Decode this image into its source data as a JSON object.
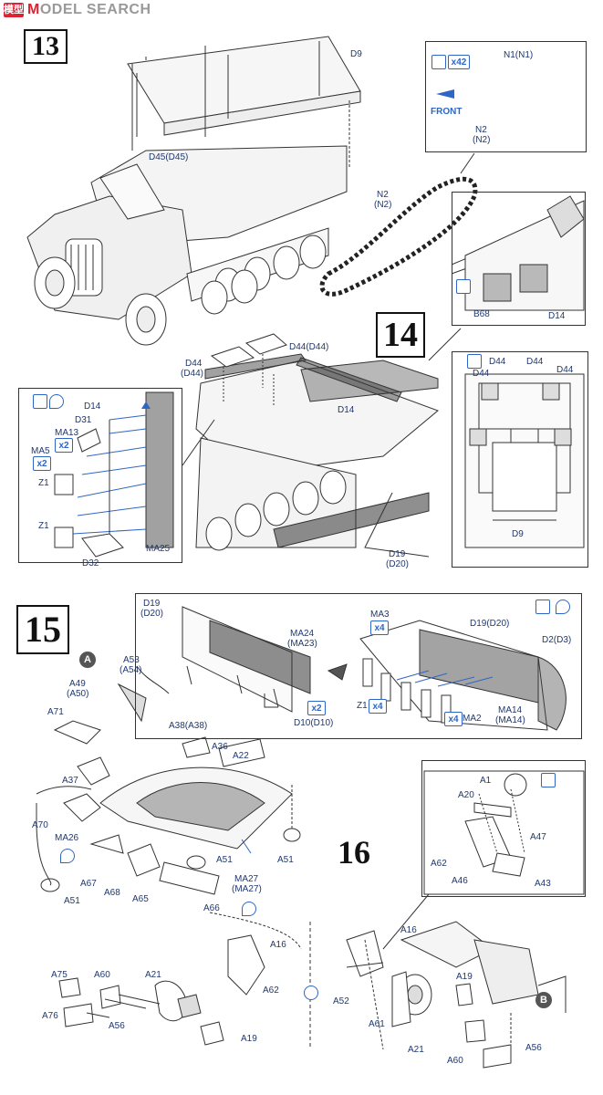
{
  "watermark": {
    "logo": "模型",
    "text_red": "M",
    "text": "ODEL SEARCH"
  },
  "steps": {
    "s13": "13",
    "s14": "14",
    "s15": "15",
    "s16": "16"
  },
  "subassy": {
    "a": "A",
    "b": "B"
  },
  "multipliers": {
    "x2": "x2",
    "x4": "x4"
  },
  "step13": {
    "d9": "D9",
    "d45": "D45(D45)",
    "n2_track": "N2",
    "n2_track_alt": "(N2)",
    "inset_n1": "N1(N1)",
    "inset_count": "x42",
    "inset_front": "FRONT",
    "inset_n2": "N2",
    "inset_n2_alt": "(N2)"
  },
  "step14": {
    "b68": "B68",
    "d14_top": "D14",
    "d44_a": "D44",
    "d44_a_alt": "(D44)",
    "d44_b": "D44(D44)",
    "d14_mid": "D14",
    "d19": "D19",
    "d19_alt": "(D20)",
    "left": {
      "d14": "D14",
      "d31": "D31",
      "ma13": "MA13",
      "ma5": "MA5",
      "z1a": "Z1",
      "z1b": "Z1",
      "d32": "D32",
      "ma25": "MA25"
    },
    "right": {
      "d44_1": "D44",
      "d44_2": "D44",
      "d44_3": "D44",
      "d44_4": "D44",
      "d9": "D9"
    }
  },
  "step15_box": {
    "d19": "D19",
    "d20": "(D20)",
    "ma24": "MA24",
    "ma23": "(MA23)",
    "d10": "D10(D10)",
    "ma3": "MA3",
    "z1": "Z1",
    "ma2": "MA2",
    "d19d20": "D19(D20)",
    "d2d3": "D2(D3)",
    "ma14": "MA14",
    "ma14_alt": "(MA14)"
  },
  "step15": {
    "a53": "A53",
    "a54": "(A54)",
    "a49": "A49",
    "a50": "(A50)",
    "a71": "A71",
    "a38": "A38(A38)",
    "a36": "A36",
    "a22": "A22",
    "a37": "A37",
    "a70": "A70",
    "ma26": "MA26",
    "ma27": "MA27",
    "ma27b": "(MA27)",
    "a51a": "A51",
    "a51b": "A51",
    "a51c": "A51",
    "a67": "A67",
    "a68": "A68",
    "a65": "A65",
    "a66": "A66",
    "a16": "A16",
    "a62": "A62",
    "a75": "A75",
    "a60": "A60",
    "a21": "A21",
    "a76": "A76",
    "a56": "A56",
    "a19": "A19"
  },
  "step16": {
    "a1": "A1",
    "a20": "A20",
    "a47": "A47",
    "a62": "A62",
    "a46": "A46",
    "a43": "A43",
    "a16": "A16",
    "a52": "A52",
    "a19": "A19",
    "a61": "A61",
    "a21": "A21",
    "a60": "A60",
    "a56": "A56"
  },
  "colors": {
    "accent": "#2f66c6",
    "ink": "#1b2a55",
    "line": "#333333"
  }
}
